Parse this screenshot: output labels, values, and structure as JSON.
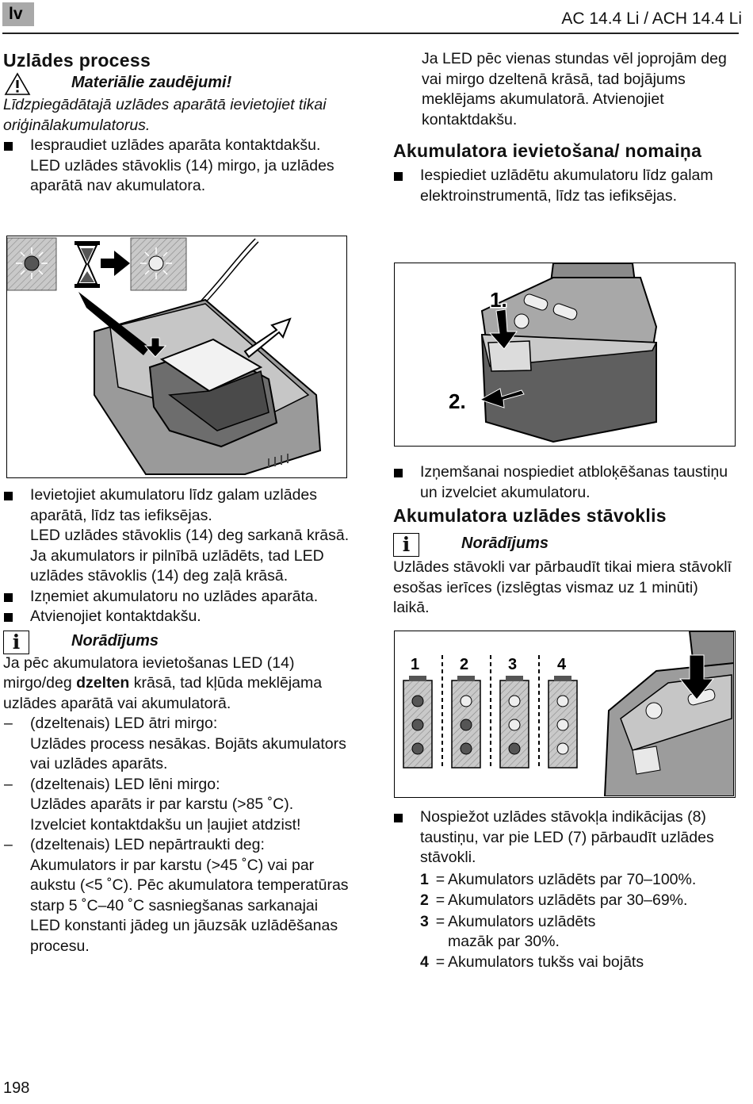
{
  "header": {
    "lang": "lv",
    "model": "AC 14.4 Li / ACH 14.4 Li"
  },
  "left": {
    "title": "Uzlādes process",
    "warning_label": "Materiālie zaudējumi!",
    "warning_text": "Līdzpiegādātajā uzlādes aparātā ievietojiet tikai oriģinālakumulatorus.",
    "bullet1": "Iespraudiet uzlādes aparāta kontaktdakšu.",
    "bullet1_line2": "LED uzlādes stāvoklis (14) mirgo, ja uzlādes aparātā nav akumulatora.",
    "bullet2": "Ievietojiet akumulatoru līdz galam uzlādes aparātā, līdz tas iefiksējas.",
    "bullet2_line2": "LED uzlādes stāvoklis (14) deg sarkanā krāsā.",
    "bullet2_line3": "Ja akumulators ir pilnībā uzlādēts, tad LED uzlādes stāvoklis (14) deg zaļā krāsā.",
    "bullet3": "Izņemiet akumulatoru no uzlādes aparāta.",
    "bullet4": "Atvienojiet kontaktdakšu.",
    "note_label": "Norādījums",
    "note_text_a": "Ja pēc akumulatora ievietošanas LED (14) mirgo/deg ",
    "note_text_bold": "dzelten",
    "note_text_b": " krāsā, tad kļūda meklējama uzlādes aparātā vai akumulatorā.",
    "dash1_title": "(dzeltenais) LED ātri mirgo:",
    "dash1_text": "Uzlādes process nesākas. Bojāts akumulators vai uzlādes aparāts.",
    "dash2_title": "(dzeltenais) LED lēni mirgo:",
    "dash2_text": "Uzlādes aparāts ir par karstu (>85 ˚C). Izvelciet kontaktdakšu un ļaujiet atdzist!",
    "dash3_title": "(dzeltenais)  LED nepārtraukti deg:",
    "dash3_text": "Akumulators ir par karstu (>45 ˚C) vai par aukstu (<5 ˚C). Pēc akumulatora temperatūras starp 5 ˚C–40 ˚C sasniegšanas sarkanajai LED konstanti jādeg un jāuzsāk uzlādēšanas procesu."
  },
  "right": {
    "intro": "Ja LED pēc vienas stundas vēl joprojām deg vai mirgo dzeltenā krāsā, tad bojājums meklējams akumulatorā. Atvienojiet kontaktdakšu.",
    "title1": "Akumulatora ievietošana/ nomaiņa",
    "bullet1": "Iespiediet uzlādētu akumulatoru līdz galam elektroinstrumentā, līdz tas iefiksējas.",
    "fig_step1": "1.",
    "fig_step2": "2.",
    "bullet2": "Izņemšanai nospiediet atbloķēšanas taustiņu un izvelciet akumulatoru.",
    "title2": "Akumulatora uzlādes stāvoklis",
    "note_label": "Norādījums",
    "note_text": "Uzlādes stāvokli var pārbaudīt tikai miera stāvoklī esošas ierīces (izslēgtas vismaz uz 1 minūti) laikā.",
    "fig_labels": [
      "1",
      "2",
      "3",
      "4"
    ],
    "bullet3": "Nospiežot uzlādes stāvokļa indikācijas (8) taustiņu, var pie LED (7) pārbaudīt uzlādes stāvokli.",
    "states": [
      {
        "key": "1",
        "eq": "=",
        "text": "Akumulators uzlādēts par 70–100%."
      },
      {
        "key": "2",
        "eq": "=",
        "text": "Akumulators uzlādēts par 30–69%."
      },
      {
        "key": "3",
        "eq": "=",
        "text": "Akumulators uzlādēts mazāk par 30%."
      },
      {
        "key": "4",
        "eq": "=",
        "text": "Akumulators tukšs vai bojāts"
      }
    ]
  },
  "page_number": "198"
}
